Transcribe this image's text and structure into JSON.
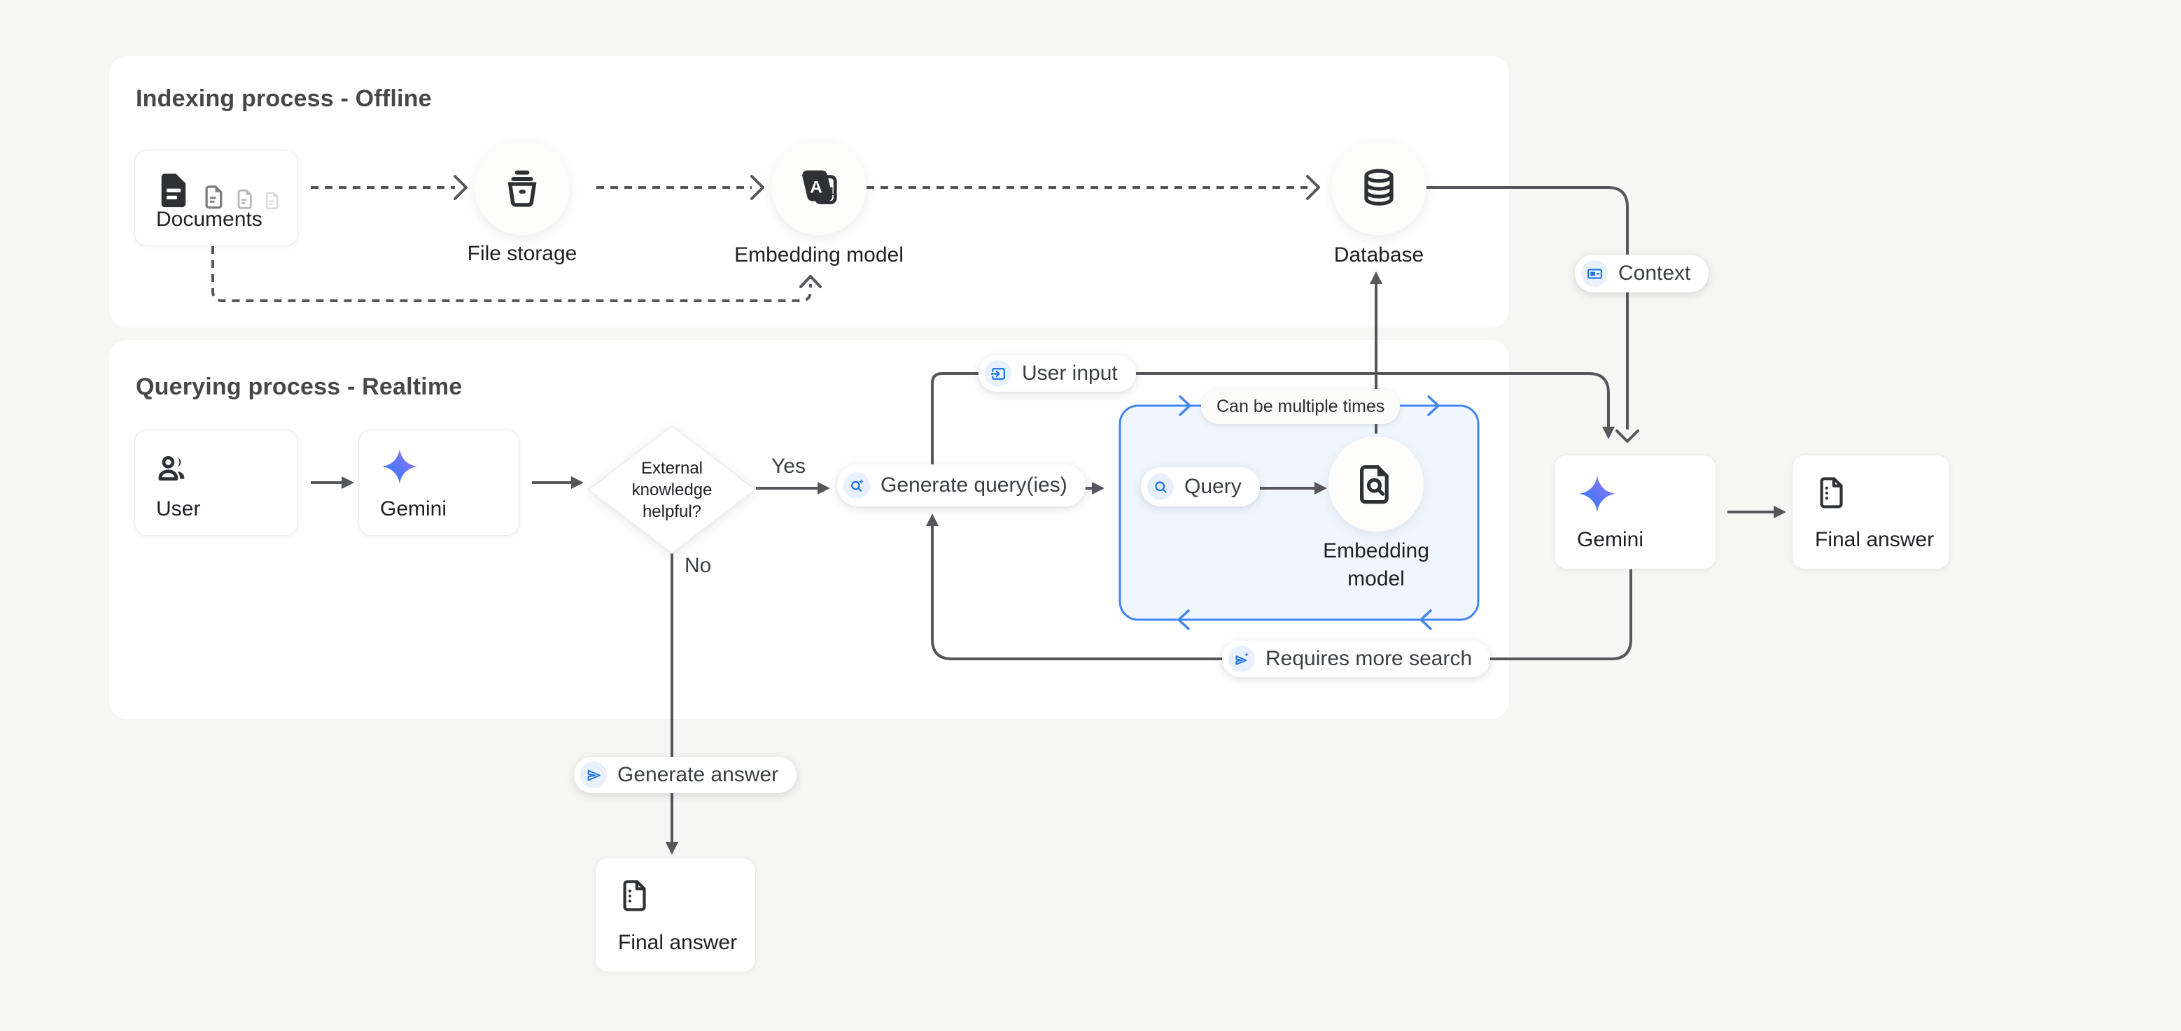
{
  "colors": {
    "bg": "#f6f6f4",
    "panel": "#ffffff",
    "accent_blue": "#4285f4",
    "icon_blue": "#1a73e8",
    "icon_bg": "#e8f0fe",
    "line": "#55575b",
    "box_fill": "#f0f6fe",
    "gem1": "#217bfe",
    "gem2": "#9d72f3"
  },
  "sections": {
    "indexing": {
      "title": "Indexing process - Offline"
    },
    "querying": {
      "title": "Querying process - Realtime"
    }
  },
  "nodes": {
    "documents": {
      "label": "Documents"
    },
    "file_storage": {
      "label": "File storage"
    },
    "embedding_model_offline": {
      "label": "Embedding model"
    },
    "database": {
      "label": "Database"
    },
    "user": {
      "label": "User"
    },
    "gemini": {
      "label": "Gemini"
    },
    "decision": {
      "label": "External\nknowledge\nhelpful?"
    },
    "query_embedding_model": {
      "label": "Embedding\nmodel"
    },
    "gemini_final": {
      "label": "Gemini"
    },
    "final_answer": {
      "label": "Final answer"
    },
    "final_answer_no_branch": {
      "label": "Final answer"
    }
  },
  "pills": {
    "context": "Context",
    "user_input": "User input",
    "generate_queries": "Generate query(ies)",
    "query": "Query",
    "can_be_multiple_times": "Can be multiple times",
    "requires_more_search": "Requires more search",
    "generate_answer": "Generate answer"
  },
  "edge_labels": {
    "yes": "Yes",
    "no": "No"
  },
  "icon_text": {
    "embedding_a": "A",
    "embedding_01": "0,1"
  }
}
